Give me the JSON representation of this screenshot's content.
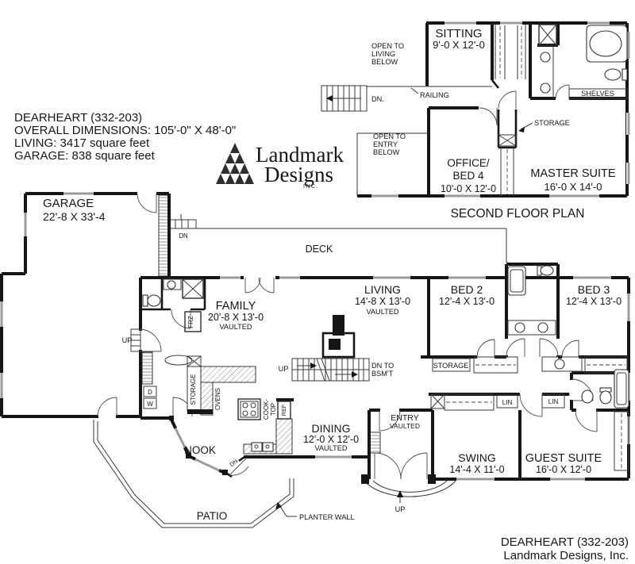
{
  "colors": {
    "ink": "#161616",
    "window_gray": "#9b9b9b",
    "paper": "#ffffff"
  },
  "title_block": {
    "line1": "DEARHEART (332-203)",
    "line2": "OVERALL DIMENSIONS: 105'-0\" X 48'-0\"",
    "line3": "LIVING: 3417 square feet",
    "line4": "GARAGE: 838 square feet"
  },
  "logo": {
    "word1": "Landmark",
    "word2": "Designs",
    "inc": "INC."
  },
  "second_floor": {
    "caption": "SECOND FLOOR PLAN",
    "sitting_name": "SITTING",
    "sitting_dims": "9'-0 X 12'-0",
    "open_living": [
      "OPEN TO",
      "LIVING",
      "BELOW"
    ],
    "open_entry": [
      "OPEN TO",
      "ENTRY",
      "BELOW"
    ],
    "dn": "DN.",
    "railing": "RAILING",
    "storage": "STORAGE",
    "shelves": "SHELVES",
    "office_name1": "OFFICE/",
    "office_name2": "BED 4",
    "office_dims": "10'-0 X 12'-0",
    "master_name": "MASTER SUITE",
    "master_dims": "16'-0 X 14'-0"
  },
  "main_floor": {
    "garage_name": "GARAGE",
    "garage_dims": "22'-8 X 33'-4",
    "deck": "DECK",
    "dn_garage": "DN",
    "family_name": "FAMILY",
    "family_dims": "20'-8 X 13'-0",
    "family_note": "VAULTED",
    "living_name": "LIVING",
    "living_dims": "14'-8 X 13'-0",
    "living_note": "VAULTED",
    "bed2_name": "BED 2",
    "bed2_dims": "12'-4 X 13'-0",
    "bed3_name": "BED 3",
    "bed3_dims": "12'-4 X 13'-0",
    "dining_name": "DINING",
    "dining_dims": "12'-0 X 12'-0",
    "dining_note": "VAULTED",
    "entry_name": "ENTRY",
    "entry_note": "VAULTED",
    "swing_name": "SWING",
    "swing_dims": "14'-4 X 11'-0",
    "guest_name": "GUEST SUITE",
    "guest_dims": "16'-0 X 12'-0",
    "nook": "NOOK",
    "patio": "PATIO",
    "planter_wall": "PLANTER WALL",
    "storage_hall": "STORAGE",
    "storage_kitchen": "STORAGE",
    "ovens": "OVENS",
    "cooktop1": "COOK-",
    "cooktop2": "TOP",
    "ref": "REF",
    "frz": "FRZ",
    "dryer": "D",
    "washer": "W",
    "lin1": "LIN",
    "lin2": "LIN",
    "up_hall": "UP",
    "up_stairs": "UP",
    "up_porch": "UP",
    "dn_nook": "DN",
    "dn_bsmt1": "DN TO",
    "dn_bsmt2": "BSM'T"
  },
  "footer": {
    "line1": "DEARHEART (332-203)",
    "line2": "Landmark Designs, Inc."
  }
}
